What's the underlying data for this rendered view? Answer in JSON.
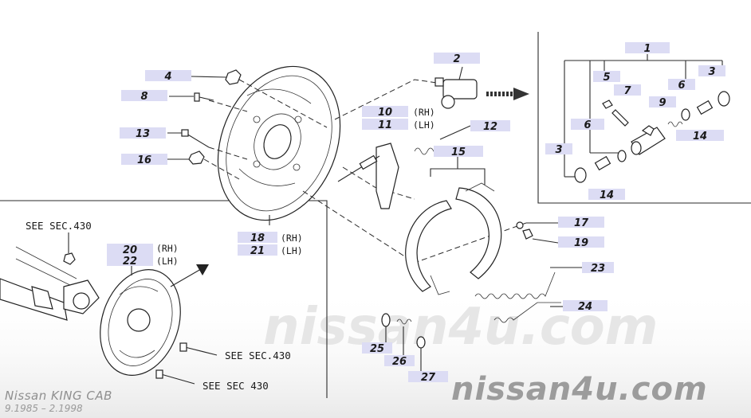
{
  "parts": {
    "p1": "1",
    "p2": "2",
    "p3a": "3",
    "p3b": "3",
    "p4": "4",
    "p5": "5",
    "p6a": "6",
    "p6b": "6",
    "p7": "7",
    "p8": "8",
    "p9": "9",
    "p10": "10",
    "p11": "11",
    "p12": "12",
    "p13": "13",
    "p14a": "14",
    "p14b": "14",
    "p15": "15",
    "p16": "16",
    "p17": "17",
    "p18": "18",
    "p19": "19",
    "p20": "20",
    "p21": "21",
    "p22": "22",
    "p23": "23",
    "p24": "24",
    "p25": "25",
    "p26": "26",
    "p27": "27"
  },
  "sides": {
    "rh": "(RH)",
    "lh": "(LH)"
  },
  "notes": {
    "see430a": "SEE SEC.430",
    "see430b": "SEE SEC.430",
    "see430c": "SEE SEC 430"
  },
  "watermark": {
    "center": "nissan4u.com",
    "corner": "nissan4u.com"
  },
  "footer": {
    "title": "Nissan KING CAB",
    "dates": "9.1985 – 2.1998"
  },
  "colors": {
    "tag_fill": "#dcdcf4",
    "watermark": "#9c9c9c"
  }
}
